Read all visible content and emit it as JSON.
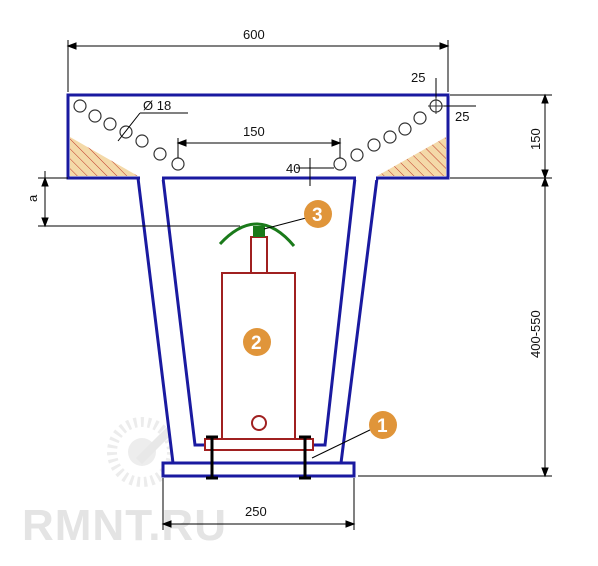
{
  "colors": {
    "structure": "#1a1aa0",
    "parts": "#a02020",
    "support_arc": "#1a7a1a",
    "fill_hatch": "#f4d9a8",
    "marker": "#e0953a",
    "dimension": "#000000",
    "watermark": "#e6e6e6"
  },
  "dimensions": {
    "top_width": "600",
    "edge_offset_top": "25",
    "edge_offset_right": "25",
    "hole_diameter": "Ø 18",
    "hole_spacing": "150",
    "hole_offset": "40",
    "slab_thickness": "150",
    "shaft_height": "400-550",
    "base_width": "250",
    "gap_label": "a"
  },
  "markers": [
    "1",
    "2",
    "3"
  ],
  "watermark": {
    "text": "RMNT.RU",
    "icon": "sun-brush-logo-icon"
  }
}
